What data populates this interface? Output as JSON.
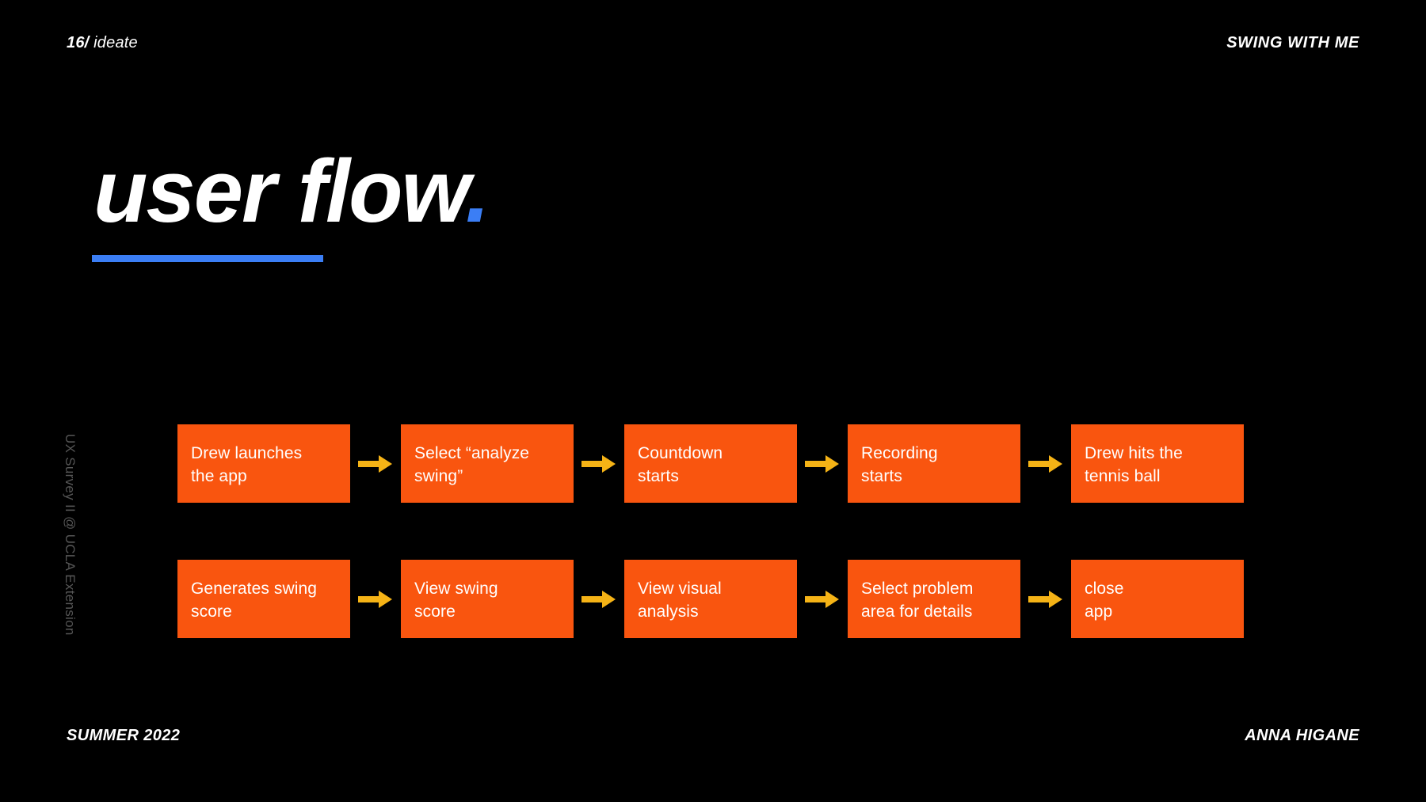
{
  "slide": {
    "background_color": "#000000",
    "accent_blue": "#3b7ef5",
    "node_orange": "#f9550f",
    "arrow_yellow": "#f5b316",
    "header": {
      "section_number": "16/",
      "section_name": " ideate",
      "project_title": "SWING WITH ME"
    },
    "title": {
      "text": "user flow",
      "period": "."
    },
    "side_caption": "UX Survey II @ UCLA Extension",
    "footer": {
      "term": "SUMMER 2022",
      "author": "ANNA HIGANE"
    },
    "flow": {
      "arrow_icon": "arrow-right-icon",
      "rows": [
        {
          "nodes": [
            {
              "line1": "Drew launches",
              "line2": "the app"
            },
            {
              "line1": "Select “analyze",
              "line2": "swing”"
            },
            {
              "line1": "Countdown",
              "line2": "starts"
            },
            {
              "line1": "Recording",
              "line2": "starts"
            },
            {
              "line1": "Drew hits the",
              "line2": "tennis ball"
            }
          ]
        },
        {
          "nodes": [
            {
              "line1": "Generates swing",
              "line2": "score"
            },
            {
              "line1": "View swing",
              "line2": "score"
            },
            {
              "line1": "View visual",
              "line2": "analysis"
            },
            {
              "line1": "Select problem",
              "line2": "area for details"
            },
            {
              "line1": "close",
              "line2": "app"
            }
          ]
        }
      ]
    }
  }
}
